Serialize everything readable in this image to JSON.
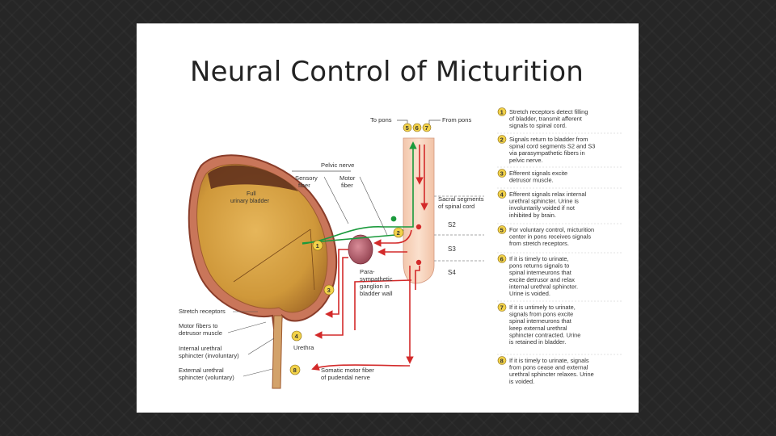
{
  "slide": {
    "title": "Neural Control of Micturition"
  },
  "figure": {
    "bladder": {
      "lumen": [
        "Full",
        "urinary bladder"
      ]
    },
    "labels": {
      "to_pons": "To pons",
      "from_pons": "From pons",
      "pelvic_nerve": "Pelvic nerve",
      "sensory_fiber": [
        "Sensory",
        "fiber"
      ],
      "motor_fiber": [
        "Motor",
        "fiber"
      ],
      "sacral_segments": [
        "Sacral segments",
        "of spinal cord"
      ],
      "ganglion": [
        "Para-",
        "sympathetic",
        "ganglion in",
        "bladder wall"
      ],
      "stretch_receptors": "Stretch receptors",
      "motor_fibers_detrusor": [
        "Motor fibers to",
        "detrusor muscle"
      ],
      "internal_sphincter": [
        "Internal urethral",
        "sphincter (involuntary)"
      ],
      "external_sphincter": [
        "External urethral",
        "sphincter (voluntary)"
      ],
      "urethra": "Urethra",
      "somatic_motor": [
        "Somatic motor fiber",
        "of pudendal nerve"
      ]
    },
    "cord_segments": [
      "S2",
      "S3",
      "S4"
    ],
    "markers": {
      "m1": "1",
      "m2": "2",
      "m3": "3",
      "m4": "4",
      "m5": "5",
      "m6": "6",
      "m7": "7",
      "m8": "8"
    },
    "colors": {
      "sensory": "#1a9a3c",
      "motor": "#d32a2a",
      "bladder": "#d9a441",
      "wall": "#c9765a",
      "marker": "#f2d24a"
    }
  },
  "steps": [
    {
      "num": "1",
      "lines": [
        "Stretch receptors detect filling",
        "of bladder, transmit afferent",
        "signals to spinal cord."
      ]
    },
    {
      "num": "2",
      "lines": [
        "Signals return to bladder from",
        "spinal cord segments S2 and S3",
        "via parasympathetic fibers in",
        "pelvic nerve."
      ]
    },
    {
      "num": "3",
      "lines": [
        "Efferent signals excite",
        "detrusor muscle."
      ]
    },
    {
      "num": "4",
      "lines": [
        "Efferent signals relax internal",
        "urethral sphincter. Urine is",
        "involuntarily voided if not",
        "inhibited by brain."
      ]
    },
    {
      "num": "5",
      "lines": [
        "For voluntary control, micturition",
        "center in pons receives signals",
        "from stretch receptors."
      ]
    },
    {
      "num": "6",
      "lines": [
        "If it is timely to urinate,",
        "pons returns signals to",
        "spinal interneurons that",
        "excite detrusor and relax",
        "internal urethral sphincter.",
        "Urine is voided."
      ]
    },
    {
      "num": "7",
      "lines": [
        "If it is untimely to urinate,",
        "signals from pons excite",
        "spinal interneurons that",
        "keep external urethral",
        "sphincter contracted. Urine",
        "is retained in bladder."
      ]
    },
    {
      "num": "8",
      "lines": [
        "If it is timely to urinate, signals",
        "from pons cease and external",
        "urethral sphincter relaxes. Urine",
        "is voided."
      ]
    }
  ]
}
